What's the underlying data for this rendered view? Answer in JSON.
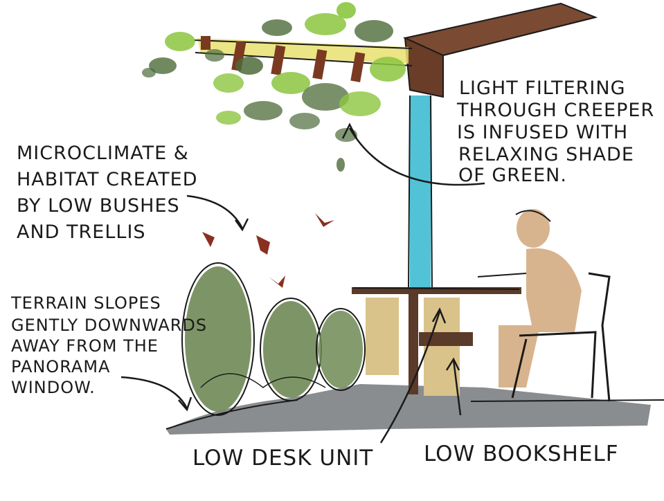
{
  "annotations": {
    "light_note": [
      "LIGHT FILTERING",
      "THROUGH CREEPER",
      "IS INFUSED WITH",
      "RELAXING SHADE",
      "OF GREEN."
    ],
    "microclimate_note": [
      "MICROCLIMATE &",
      "HABITAT CREATED",
      "BY LOW BUSHES",
      "AND TRELLIS"
    ],
    "terrain_note": [
      "TERRAIN SLOPES",
      "GENTLY DOWNWARDS",
      "AWAY FROM THE",
      "PANORAMA",
      "WINDOW."
    ],
    "desk_label": "LOW DESK UNIT",
    "bookshelf_label": "LOW BOOKSHELF"
  },
  "colors": {
    "beam": "#7a4a32",
    "trellis_light": "#e8e070",
    "foliage_dark": "#4d6b3a",
    "foliage_light": "#8cc63f",
    "glass": "#34b8d0",
    "bush": "#6f8a55",
    "ground": "#8a8d8f",
    "desk_wood": "#5a3a28",
    "bookshelf": "#d9c38a",
    "person": "#d8b48e",
    "butterfly": "#8a3020",
    "ink": "#1a1a1a"
  }
}
